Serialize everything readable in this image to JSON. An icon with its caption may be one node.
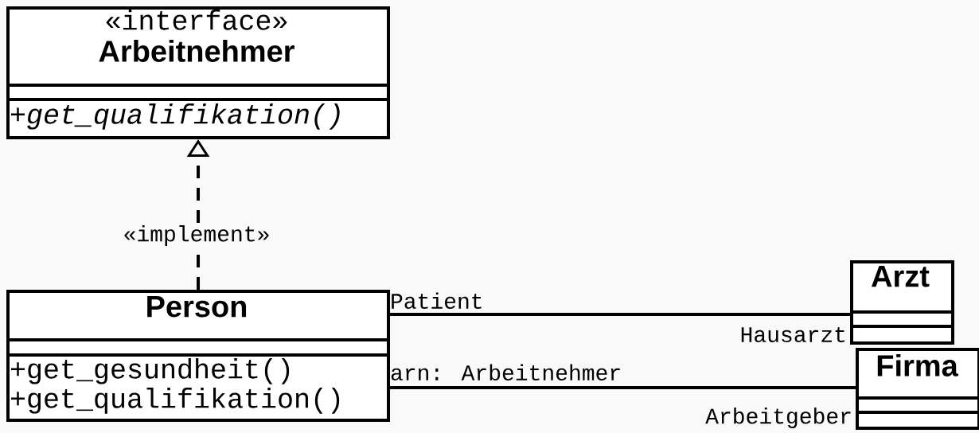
{
  "diagram": {
    "nodes": [
      {
        "text": [
          "«interface»",
          "Arbeitnehmer",
          "+get_qualifikation()"
        ]
      },
      {
        "text": [
          "Person",
          "+get_gesundheit()",
          "+get_qualifikation()"
        ]
      },
      {
        "text": [
          "Arzt"
        ]
      },
      {
        "text": [
          "Firma"
        ]
      }
    ],
    "edges": [
      {
        "from": 1,
        "to": 0,
        "arrow": "to",
        "style": "dashed",
        "label": "«implement»"
      },
      {
        "from": 1,
        "to": 2,
        "arrow": "none"
      },
      {
        "from": 1,
        "to": 3,
        "arrow": "none"
      }
    ],
    "labels": [
      "Patient",
      "Hausarzt",
      "arn: Arbeitnehmer",
      "Arbeitgeber"
    ]
  }
}
